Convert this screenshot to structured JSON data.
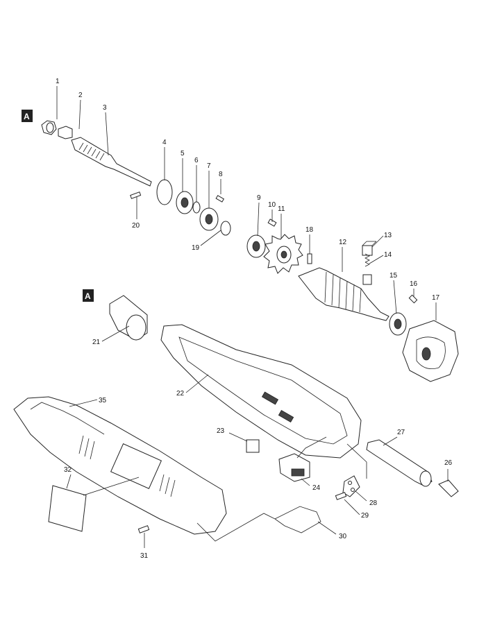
{
  "markers": [
    "A",
    "A"
  ],
  "parts": [
    "1",
    "2",
    "3",
    "4",
    "5",
    "6",
    "7",
    "8",
    "9",
    "10",
    "11",
    "12",
    "13",
    "14",
    "15",
    "16",
    "17",
    "18",
    "19",
    "20",
    "21",
    "22",
    "23",
    "24",
    "26",
    "27",
    "28",
    "29",
    "30",
    "31",
    "32",
    "35"
  ]
}
